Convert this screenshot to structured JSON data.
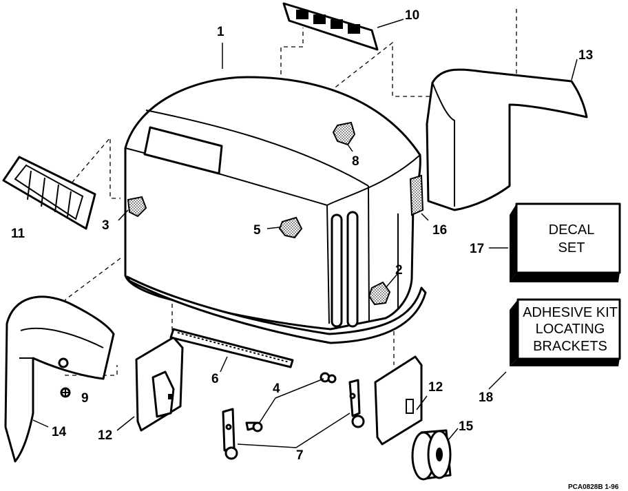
{
  "callouts": {
    "c1": "1",
    "c2": "2",
    "c3": "3",
    "c4": "4",
    "c5": "5",
    "c6": "6",
    "c7": "7",
    "c8": "8",
    "c9": "9",
    "c10": "10",
    "c11": "11",
    "c12a": "12",
    "c12b": "12",
    "c13": "13",
    "c14": "14",
    "c15": "15",
    "c16": "16",
    "c17": "17",
    "c18": "18"
  },
  "boxes": {
    "decal": {
      "line1": "DECAL",
      "line2": "SET"
    },
    "adhesive": {
      "line1": "ADHESIVE KIT",
      "line2": "LOCATING",
      "line3": "BRACKETS"
    }
  },
  "footer": {
    "code": "PCA0828B  1-96"
  }
}
